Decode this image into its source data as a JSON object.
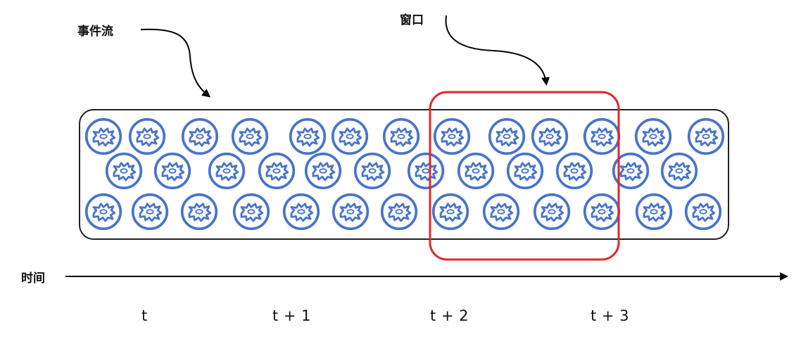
{
  "labels": {
    "event_stream": "事件流",
    "window": "窗口",
    "time": "时间"
  },
  "ticks": [
    "t",
    "t + 1",
    "t + 2",
    "t + 3"
  ],
  "event_icon": "explosion-burst-icon",
  "colors": {
    "event": "#4a74c9",
    "window": "#e0262d",
    "stream_border": "#222222",
    "axis": "#000000"
  }
}
